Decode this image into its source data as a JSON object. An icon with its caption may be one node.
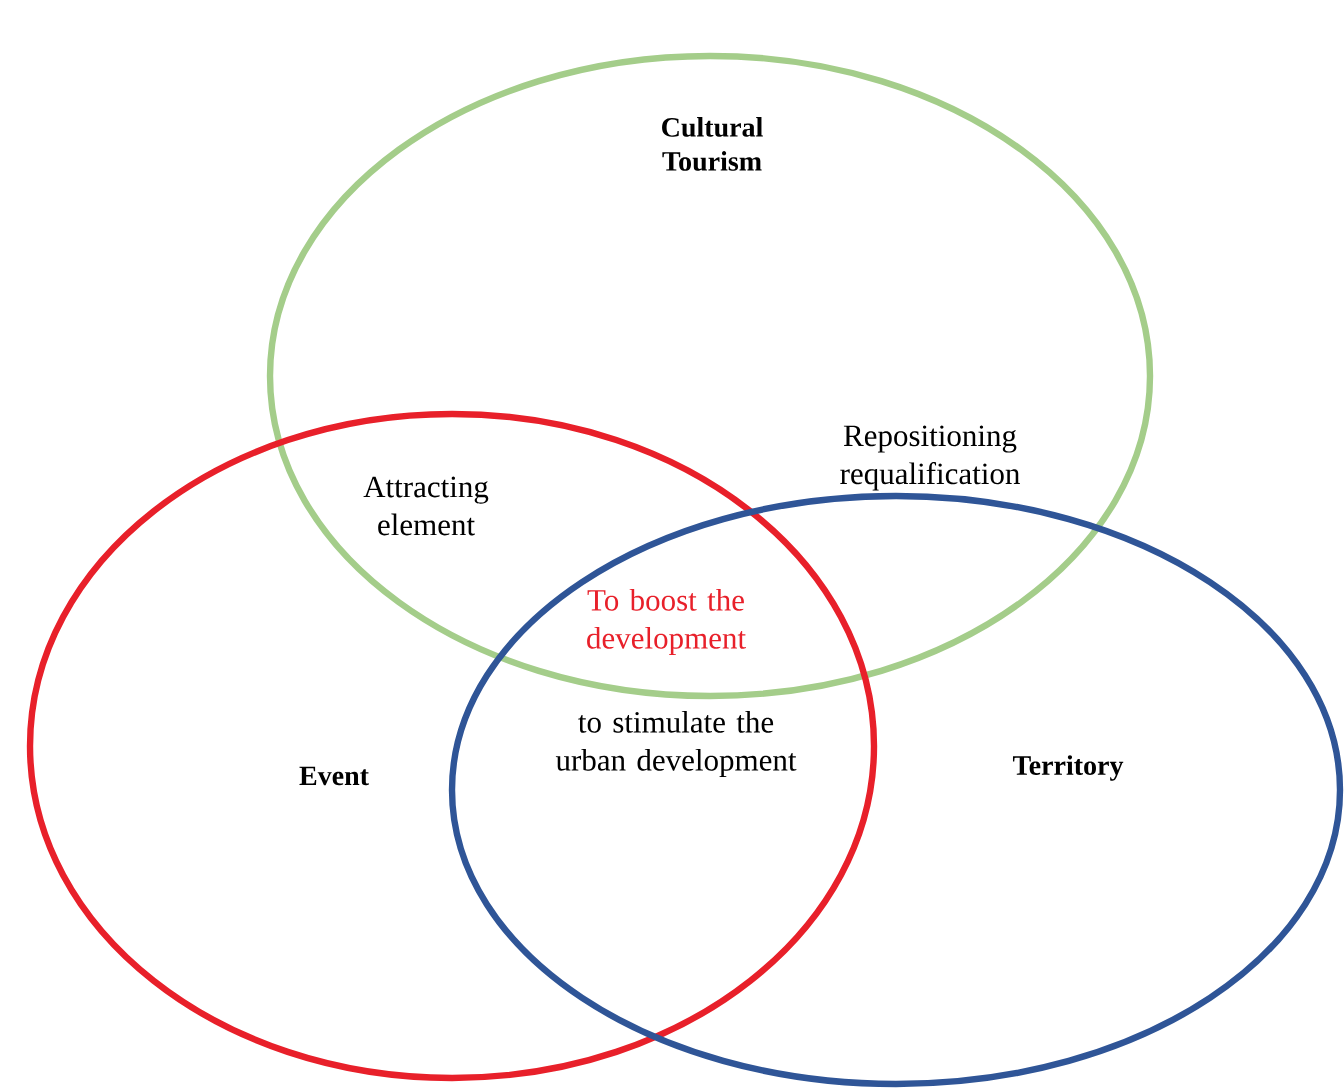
{
  "diagram": {
    "nodes": [
      {
        "text": [
          "Cultural Tourism"
        ]
      },
      {
        "text": [
          "Event"
        ]
      },
      {
        "text": [
          "Territory"
        ]
      }
    ],
    "labels": [
      "Attracting element",
      "Repositioning requalification",
      "To boost the development",
      "to stimulate the urban development"
    ]
  }
}
